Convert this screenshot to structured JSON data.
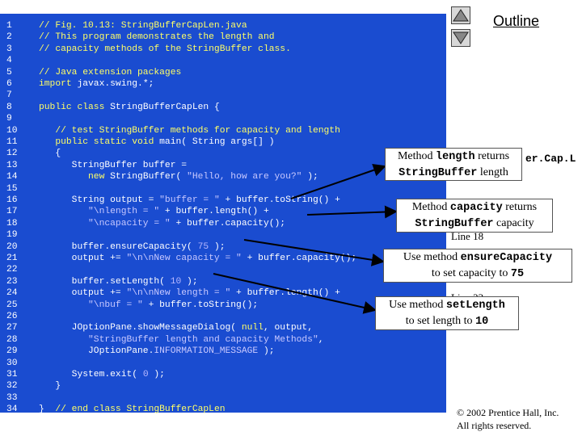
{
  "outline": {
    "title": "Outline"
  },
  "code_lines": [
    {
      "n": "1",
      "seg": [
        [
          "cm",
          "// Fig. 10.13: StringBufferCapLen.java"
        ]
      ]
    },
    {
      "n": "2",
      "seg": [
        [
          "cm",
          "// This program demonstrates the length and"
        ]
      ]
    },
    {
      "n": "3",
      "seg": [
        [
          "cm",
          "// capacity methods of the StringBuffer class."
        ]
      ]
    },
    {
      "n": "4",
      "seg": []
    },
    {
      "n": "5",
      "seg": [
        [
          "cm",
          "// Java extension packages"
        ]
      ]
    },
    {
      "n": "6",
      "seg": [
        [
          "kw",
          "import "
        ],
        [
          "tx",
          "javax.swing.*;"
        ]
      ]
    },
    {
      "n": "7",
      "seg": []
    },
    {
      "n": "8",
      "seg": [
        [
          "kw",
          "public class "
        ],
        [
          "tx",
          "StringBufferCapLen {"
        ]
      ]
    },
    {
      "n": "9",
      "seg": []
    },
    {
      "n": "10",
      "seg": [
        [
          "cm",
          "   // test StringBuffer methods for capacity and length"
        ]
      ]
    },
    {
      "n": "11",
      "seg": [
        [
          "kw",
          "   public static void "
        ],
        [
          "tx",
          "main( String args[] )"
        ]
      ]
    },
    {
      "n": "12",
      "seg": [
        [
          "tx",
          "   {"
        ]
      ]
    },
    {
      "n": "13",
      "seg": [
        [
          "tx",
          "      StringBuffer buffer ="
        ]
      ]
    },
    {
      "n": "14",
      "seg": [
        [
          "kw",
          "         new "
        ],
        [
          "tx",
          "StringBuffer( "
        ],
        [
          "st",
          "\"Hello, how are you?\""
        ],
        [
          "tx",
          " );"
        ]
      ]
    },
    {
      "n": "15",
      "seg": []
    },
    {
      "n": "16",
      "seg": [
        [
          "tx",
          "      String output = "
        ],
        [
          "st",
          "\"buffer = \""
        ],
        [
          "tx",
          " + buffer.toString() +"
        ]
      ]
    },
    {
      "n": "17",
      "seg": [
        [
          "tx",
          "         "
        ],
        [
          "st",
          "\"\\nlength = \""
        ],
        [
          "tx",
          " + buffer.length() +"
        ]
      ]
    },
    {
      "n": "18",
      "seg": [
        [
          "tx",
          "         "
        ],
        [
          "st",
          "\"\\ncapacity = \""
        ],
        [
          "tx",
          " + buffer.capacity();"
        ]
      ]
    },
    {
      "n": "19",
      "seg": []
    },
    {
      "n": "20",
      "seg": [
        [
          "tx",
          "      buffer.ensureCapacity( "
        ],
        [
          "nm",
          "75"
        ],
        [
          "tx",
          " );"
        ]
      ]
    },
    {
      "n": "21",
      "seg": [
        [
          "tx",
          "      output += "
        ],
        [
          "st",
          "\"\\n\\nNew capacity = \""
        ],
        [
          "tx",
          " + buffer.capacity();"
        ]
      ]
    },
    {
      "n": "22",
      "seg": []
    },
    {
      "n": "23",
      "seg": [
        [
          "tx",
          "      buffer.setLength( "
        ],
        [
          "nm",
          "10"
        ],
        [
          "tx",
          " );"
        ]
      ]
    },
    {
      "n": "24",
      "seg": [
        [
          "tx",
          "      output += "
        ],
        [
          "st",
          "\"\\n\\nNew length = \""
        ],
        [
          "tx",
          " + buffer.length() +"
        ]
      ]
    },
    {
      "n": "25",
      "seg": [
        [
          "tx",
          "         "
        ],
        [
          "st",
          "\"\\nbuf = \""
        ],
        [
          "tx",
          " + buffer.toString();"
        ]
      ]
    },
    {
      "n": "26",
      "seg": []
    },
    {
      "n": "27",
      "seg": [
        [
          "tx",
          "      JOptionPane.showMessageDialog( "
        ],
        [
          "kw",
          "null"
        ],
        [
          "tx",
          ", output,"
        ]
      ]
    },
    {
      "n": "28",
      "seg": [
        [
          "tx",
          "         "
        ],
        [
          "st",
          "\"StringBuffer length and capacity Methods\""
        ],
        [
          "tx",
          ","
        ]
      ]
    },
    {
      "n": "29",
      "seg": [
        [
          "tx",
          "         JOptionPane."
        ],
        [
          "st",
          "INFORMATION_MESSAGE"
        ],
        [
          "tx",
          " );"
        ]
      ]
    },
    {
      "n": "30",
      "seg": []
    },
    {
      "n": "31",
      "seg": [
        [
          "tx",
          "      System.exit( "
        ],
        [
          "nm",
          "0"
        ],
        [
          "tx",
          " );"
        ]
      ]
    },
    {
      "n": "32",
      "seg": [
        [
          "tx",
          "   }"
        ]
      ]
    },
    {
      "n": "33",
      "seg": []
    },
    {
      "n": "34",
      "seg": [
        [
          "tx",
          "}  "
        ],
        [
          "cm",
          "// end class StringBufferCapLen"
        ]
      ]
    }
  ],
  "callouts": {
    "length": {
      "pre": "Method ",
      "mono": "length",
      "mid": " returns",
      "mono2": "StringBuffer",
      "post": " length"
    },
    "capacity": {
      "pre": "Method ",
      "mono": "capacity",
      "mid": " returns",
      "mono2": "StringBuffer",
      "post": " capacity"
    },
    "ensure": {
      "pre": "Use method ",
      "mono": "ensureCapacity",
      "line2": "to set capacity to ",
      "mono2": "75"
    },
    "setlength": {
      "pre": "Use method ",
      "mono": "setLength",
      "line2": "to set length to ",
      "mono2": "10"
    }
  },
  "background_text": {
    "title_fragment": "er.Cap.L",
    "line_ref_18": "Line 18",
    "line_ref_23": "Line 23"
  },
  "copyright": {
    "line1": "© 2002 Prentice Hall, Inc.",
    "line2": "All rights reserved."
  }
}
